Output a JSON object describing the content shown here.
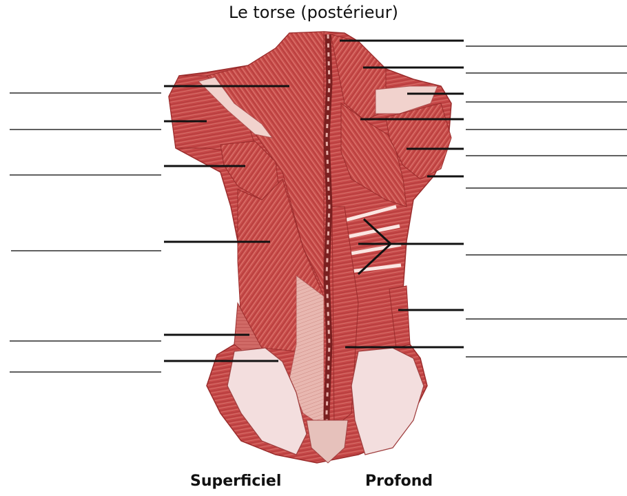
{
  "title": "Le torse (postérieur)",
  "captions": {
    "superficial": "Superficiel",
    "deep": "Profond"
  },
  "colors": {
    "muscle": "#c84a4a",
    "muscle_dark": "#9e2e2e",
    "muscle_light": "#e59c94",
    "tendon": "#f1d2cd",
    "bone": "#f3dede"
  },
  "labels": {
    "left_blanks": 6,
    "right_blanks": 9
  }
}
